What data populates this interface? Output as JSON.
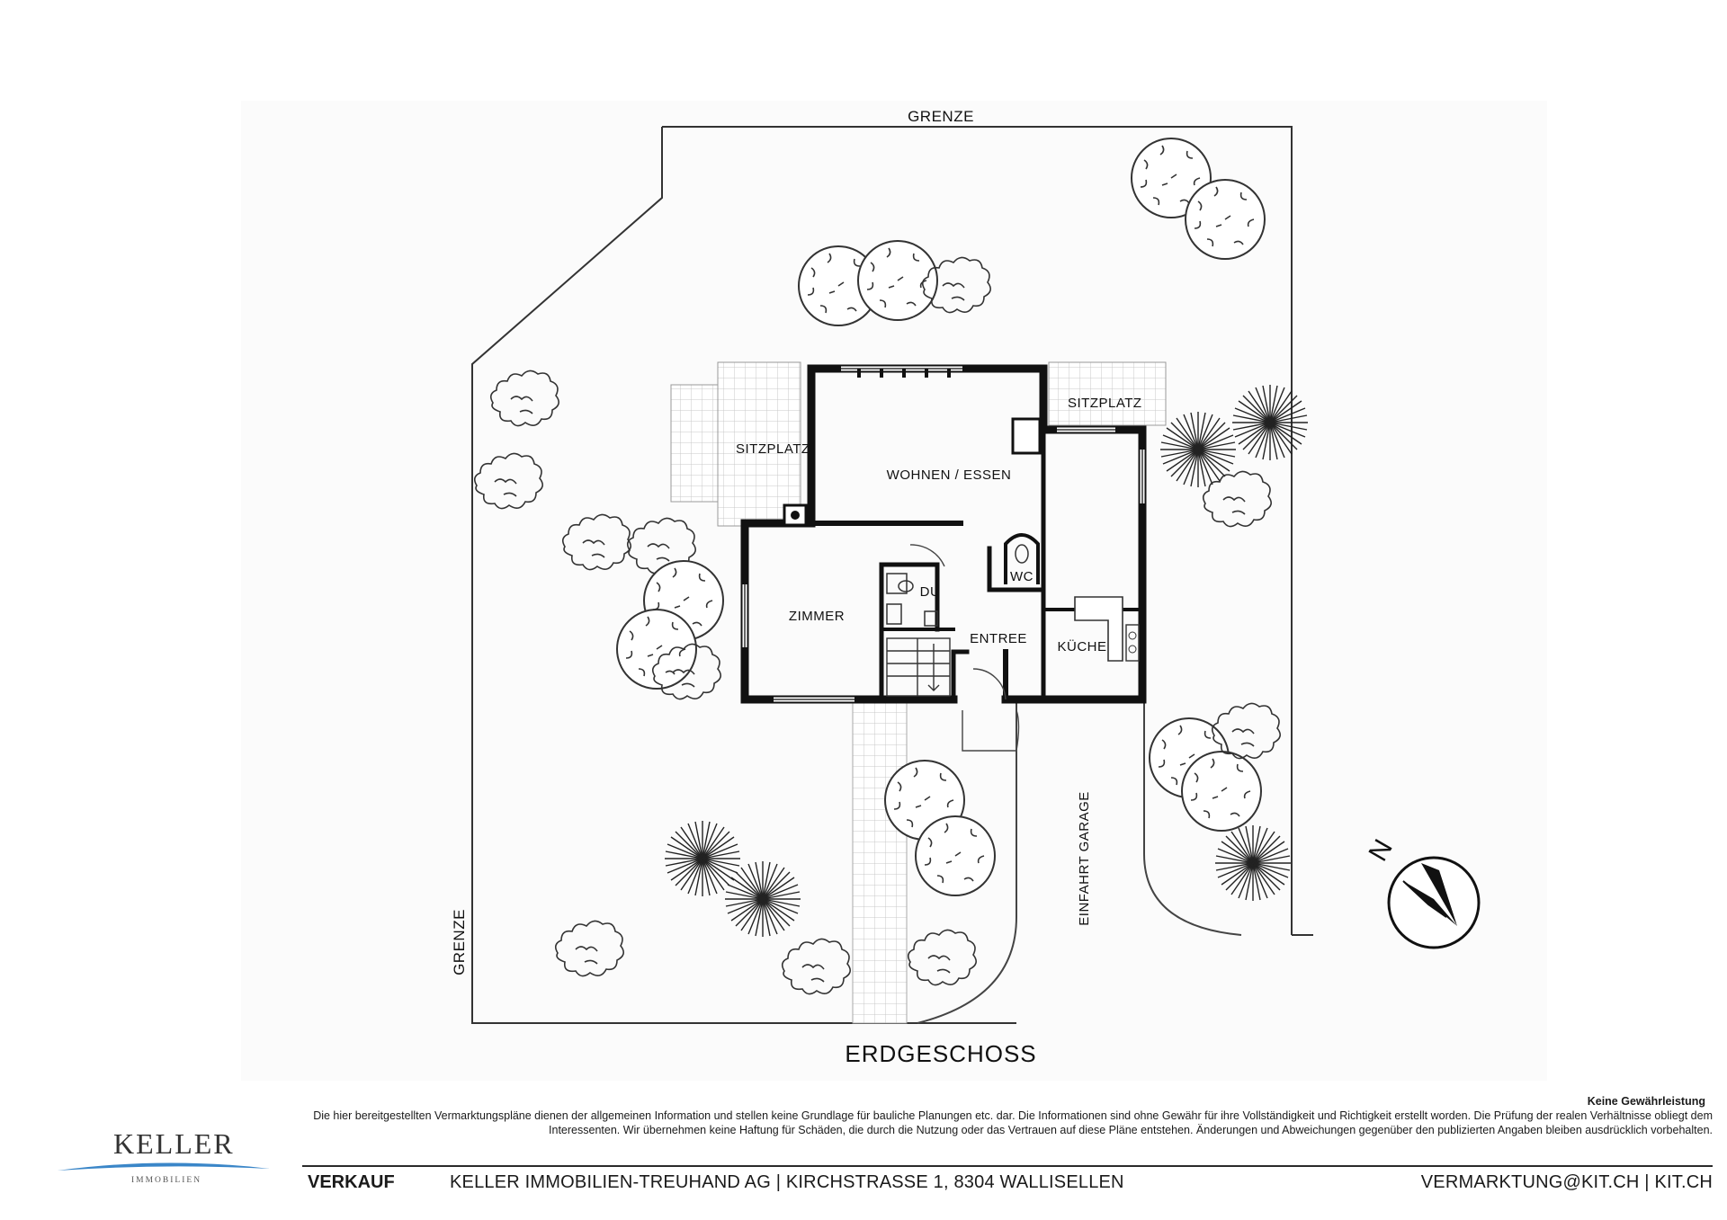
{
  "plan": {
    "title": "ERDGESCHOSS",
    "rooms": {
      "wohnen": "WOHNEN / ESSEN",
      "sitzplatz_left": "SITZPLATZ",
      "sitzplatz_right": "SITZPLATZ",
      "zimmer": "ZIMMER",
      "du": "DU",
      "wc": "WC",
      "entree": "ENTREE",
      "kueche": "KÜCHE"
    },
    "boundary_top": "GRENZE",
    "boundary_left": "GRENZE",
    "driveway": "EINFAHRT  GARAGE",
    "north": "N"
  },
  "disclaimer": {
    "title": "Keine Gewährleistung",
    "text": "Die hier bereitgestellten Vermarktungspläne dienen der allgemeinen Information und stellen keine Grundlage für bauliche Planungen etc. dar. Die Informationen sind ohne Gewähr für ihre Vollständigkeit und Richtigkeit erstellt worden. Die Prüfung der realen Verhältnisse obliegt dem Interessenten. Wir übernehmen keine Haftung für Schäden, die durch die Nutzung oder das Vertrauen auf diese Pläne entstehen. Änderungen und Abweichungen gegenüber den publizierten Angaben bleiben ausdrücklich vorbehalten."
  },
  "footer": {
    "label": "VERKAUF",
    "company": "KELLER IMMOBILIEN-TREUHAND AG | KIRCHSTRASSE 1, 8304 WALLISELLEN",
    "contact": "VERMARKTUNG@KIT.CH | KIT.CH"
  },
  "logo": {
    "word": "KELLER",
    "sub": "IMMOBILIEN",
    "accent": "#3a86c8"
  }
}
